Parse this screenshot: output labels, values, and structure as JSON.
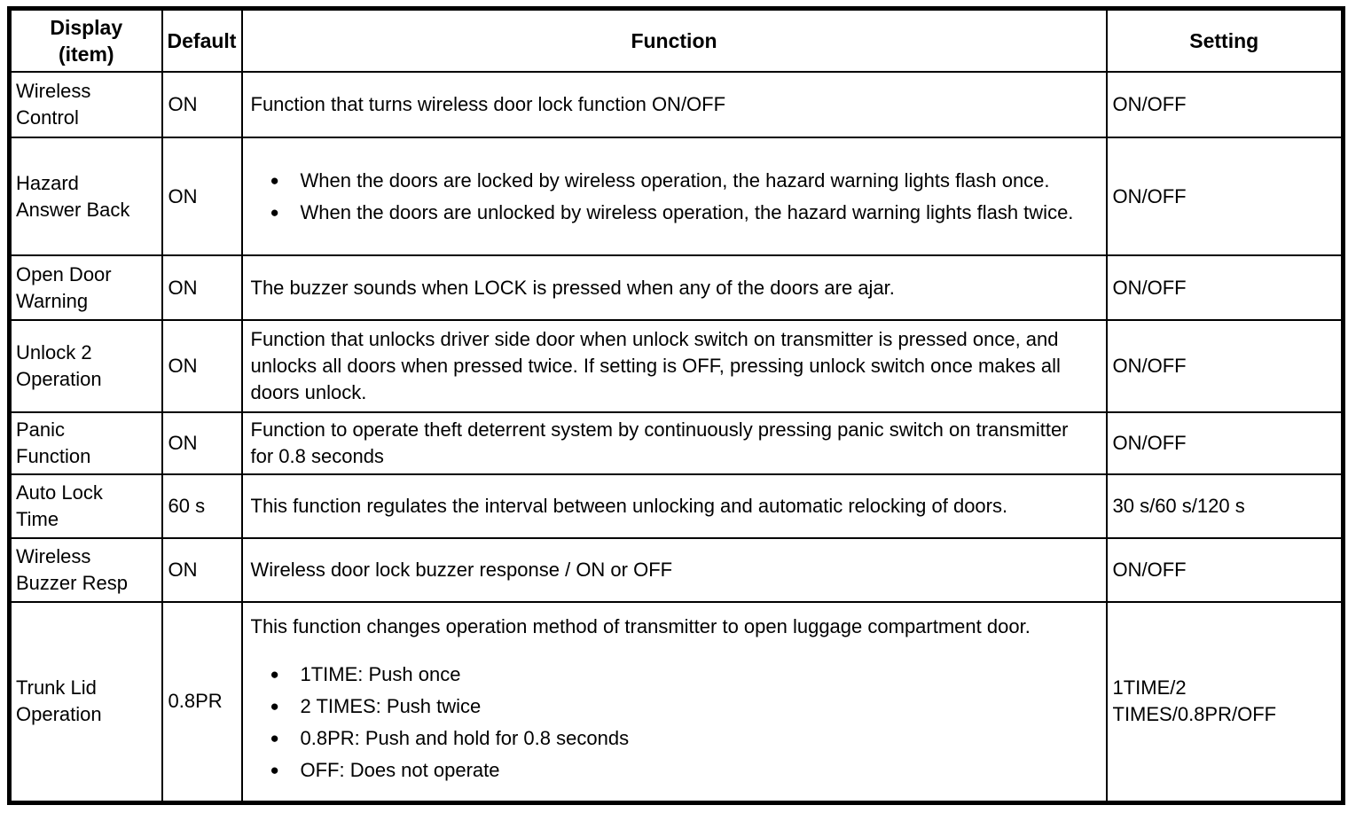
{
  "colors": {
    "background": "#ffffff",
    "border": "#000000",
    "text": "#000000"
  },
  "table": {
    "headers": [
      {
        "key": "display",
        "label": "Display\n(item)"
      },
      {
        "key": "default",
        "label": "Default"
      },
      {
        "key": "function",
        "label": "Function"
      },
      {
        "key": "setting",
        "label": "Setting"
      }
    ],
    "rows": [
      {
        "display": "Wireless\nControl",
        "default": "ON",
        "function": [
          {
            "type": "p",
            "text": "Function that turns wireless door lock function ON/OFF"
          }
        ],
        "setting": "ON/OFF"
      },
      {
        "display": "Hazard\nAnswer Back",
        "default": "ON",
        "function": [
          {
            "type": "bullets",
            "items": [
              "When the doors are locked by wireless operation, the hazard warning lights flash once.",
              "When the doors are unlocked by wireless operation, the hazard warning lights flash twice."
            ]
          }
        ],
        "setting": "ON/OFF"
      },
      {
        "display": "Open Door\nWarning",
        "default": "ON",
        "function": [
          {
            "type": "p",
            "text": "The buzzer sounds when LOCK is pressed when any of the doors are ajar."
          }
        ],
        "setting": "ON/OFF"
      },
      {
        "display": "Unlock 2\nOperation",
        "default": "ON",
        "function": [
          {
            "type": "p",
            "text": "Function that unlocks driver side door when unlock switch on transmitter is pressed once, and unlocks all doors when pressed twice. If setting is OFF, pressing unlock switch once makes all doors unlock."
          }
        ],
        "setting": "ON/OFF"
      },
      {
        "display": "Panic\nFunction",
        "default": "ON",
        "function": [
          {
            "type": "p",
            "text": "Function to operate theft deterrent system by continuously pressing panic switch on transmitter for 0.8 seconds"
          }
        ],
        "setting": "ON/OFF"
      },
      {
        "display": "Auto Lock\nTime",
        "default": "60 s",
        "function": [
          {
            "type": "p",
            "text": "This function regulates the interval between unlocking and automatic relocking of doors."
          }
        ],
        "setting": "30 s/60 s/120 s"
      },
      {
        "display": "Wireless\nBuzzer Resp",
        "default": "ON",
        "function": [
          {
            "type": "p",
            "text": "Wireless door lock buzzer response / ON or OFF"
          }
        ],
        "setting": "ON/OFF"
      },
      {
        "display": "Trunk Lid\nOperation",
        "default": "0.8PR",
        "function": [
          {
            "type": "p",
            "text": "This function changes operation method of transmitter to open luggage compartment door."
          },
          {
            "type": "bullets",
            "items": [
              "1TIME: Push once",
              "2 TIMES: Push twice",
              "0.8PR: Push and hold for 0.8 seconds",
              "OFF: Does not operate"
            ]
          }
        ],
        "setting": "1TIME/2\nTIMES/0.8PR/OFF"
      }
    ]
  }
}
